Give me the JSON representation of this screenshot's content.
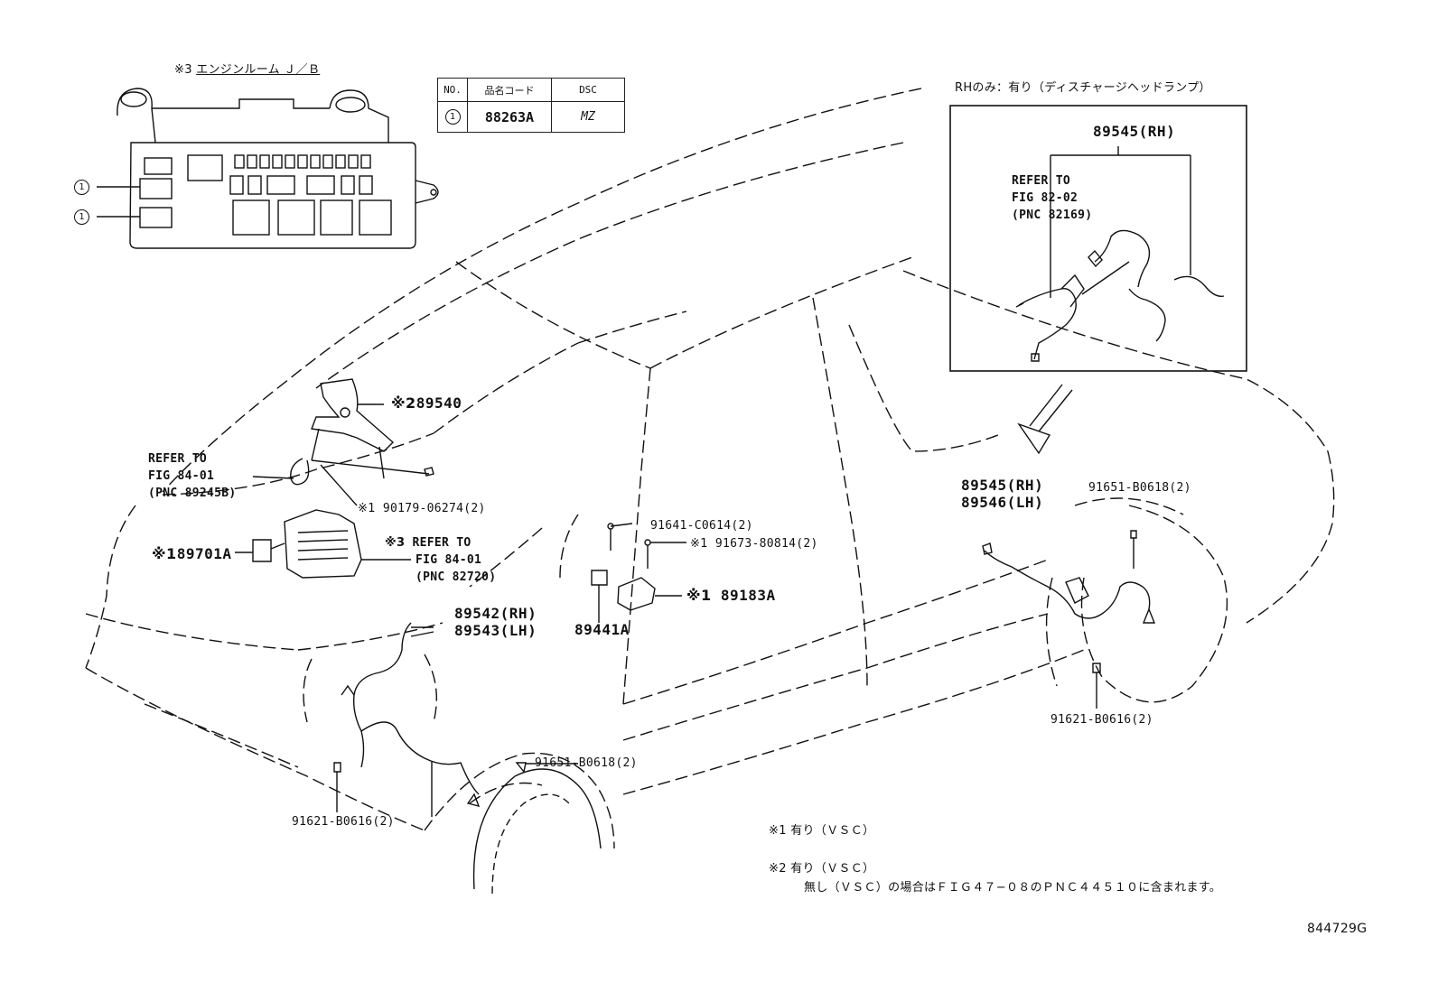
{
  "junction_block": {
    "title_mark": "※3",
    "title": "エンジンルーム Ｊ／Ｂ",
    "callouts": [
      "1",
      "1"
    ]
  },
  "code_table": {
    "headers": [
      "NO.",
      "品名コード",
      "DSC"
    ],
    "rows": [
      {
        "no": "1",
        "code": "88263A",
        "dsc": "MZ"
      }
    ]
  },
  "inset": {
    "caption": "RHのみ：有り（ディスチャージヘッドランプ）",
    "part": "89545(RH)",
    "refer_lines": [
      "REFER TO",
      "FIG 82-02",
      "(PNC 82169)"
    ]
  },
  "labels": {
    "p89540_mark": "※2",
    "p89540": "89540",
    "refer1": [
      "REFER TO",
      "FIG 84-01",
      "(PNC 89245B)"
    ],
    "p90179_mark": "※1",
    "p90179": "90179-06274(2)",
    "p89701a_mark": "※1",
    "p89701a": "89701A",
    "refer2_mark": "※3",
    "refer2": [
      "REFER TO",
      "FIG 84-01",
      "(PNC 82720)"
    ],
    "p89542": "89542(RH)",
    "p89543": "89543(LH)",
    "p91641": "91641-C0614(2)",
    "p91673_mark": "※1",
    "p91673": "91673-80814(2)",
    "p89183a_mark": "※1",
    "p89183a": "89183A",
    "p89441a": "89441A",
    "p89545": "89545(RH)",
    "p89546": "89546(LH)",
    "p91651_rear": "91651-B0618(2)",
    "p91621_rear": "91621-B0616(2)",
    "p91651_front": "91651-B0618(2)",
    "p91621_front": "91621-B0616(2)"
  },
  "notes": {
    "n1_mark": "※1",
    "n1": "有り（ＶＳＣ）",
    "n2_mark": "※2",
    "n2": "有り（ＶＳＣ）",
    "n2_line2": "無し（ＶＳＣ）の場合はＦＩＧ４７−０８のＰＮＣ４４５１０に含まれます。"
  },
  "figure_code": "844729G"
}
